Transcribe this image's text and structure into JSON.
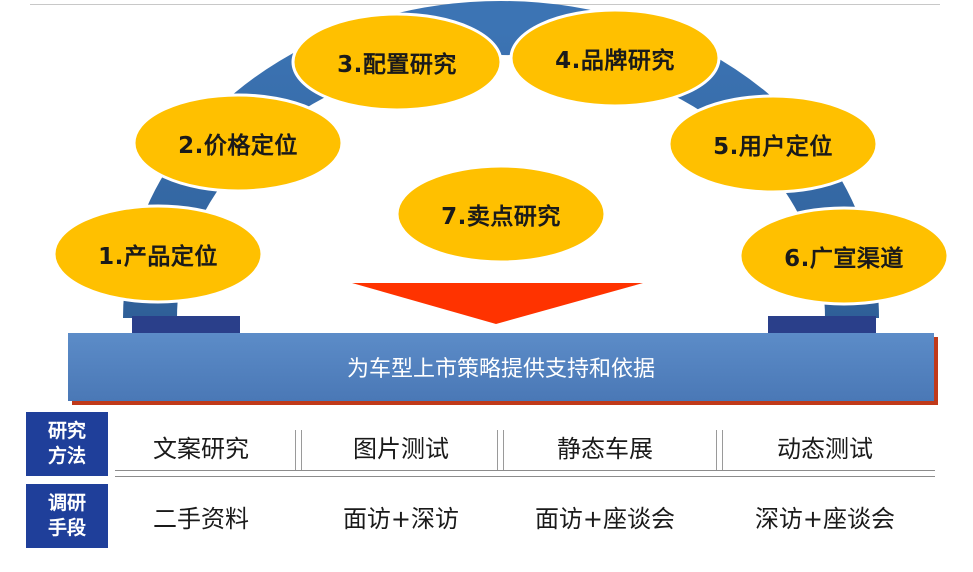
{
  "colors": {
    "arch": "#366aa7",
    "oval": "#ffc000",
    "arrow": "#ff3300",
    "banner": "#4f7fbe",
    "label_box": "#1f3f9a"
  },
  "ovals": [
    {
      "label": "1.产品定位"
    },
    {
      "label": "2.价格定位"
    },
    {
      "label": "3.配置研究"
    },
    {
      "label": "4.品牌研究"
    },
    {
      "label": "5.用户定位"
    },
    {
      "label": "6.广宣渠道"
    },
    {
      "label": "7.卖点研究"
    }
  ],
  "banner": {
    "text": "为车型上市策略提供支持和依据"
  },
  "table": {
    "rows": [
      {
        "label_line1": "研究",
        "label_line2": "方法",
        "cells": [
          "文案研究",
          "图片测试",
          "静态车展",
          "动态测试"
        ]
      },
      {
        "label_line1": "调研",
        "label_line2": "手段",
        "cells": [
          "二手资料",
          "面访+深访",
          "面访+座谈会",
          "深访+座谈会"
        ]
      }
    ]
  }
}
